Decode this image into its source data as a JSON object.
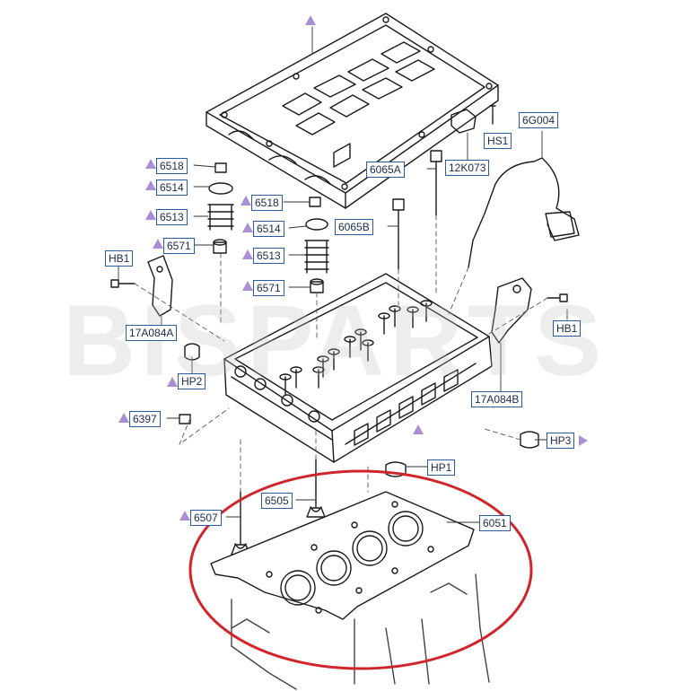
{
  "diagram": {
    "watermark": "BISPARTS",
    "highlight_color": "#d0262b",
    "callout_border_color": "#2a5aa8",
    "marker_color": "#a98fd6",
    "callouts": {
      "hs1": "HS1",
      "g6g004": "6G004",
      "k12k073": "12K073",
      "b6065a": "6065A",
      "b6065b": "6065B",
      "s6518a": "6518",
      "s6514a": "6514",
      "s6513a": "6513",
      "s6571a": "6571",
      "s6518b": "6518",
      "s6514b": "6514",
      "s6513b": "6513",
      "s6571b": "6571",
      "hb1a": "HB1",
      "hb1b": "HB1",
      "a17a084a": "17A084A",
      "a17a084b": "17A084B",
      "hp2": "HP2",
      "hp3": "HP3",
      "hp1": "HP1",
      "p6397": "6397",
      "v6505": "6505",
      "v6507": "6507",
      "g6051": "6051"
    }
  }
}
